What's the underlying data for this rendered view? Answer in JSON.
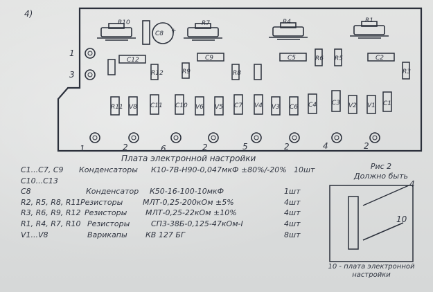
{
  "figure_number": "4)",
  "board_title": "Плата электронной настройки",
  "side_terminals": [
    "1",
    "3"
  ],
  "bottom_terminals": [
    "1",
    "2",
    "6",
    "2",
    "5",
    "2",
    "4",
    "2"
  ],
  "top_resistors": [
    "R10",
    "R7",
    "R4",
    "R1"
  ],
  "capacitor_c8": "C8",
  "top_row_parts": [
    "C12",
    "R12",
    "C9",
    "R9",
    "R8",
    "C5",
    "R6",
    "R5",
    "C2",
    "R3"
  ],
  "lower_row_parts": [
    "R11",
    "V8",
    "C11",
    "C10",
    "V6",
    "V5",
    "C7",
    "V4",
    "V3",
    "C6",
    "C4",
    "C3",
    "V2",
    "V1",
    "C1"
  ],
  "parts_list": [
    {
      "refs": "C1...C7, C9",
      "type": "Конденсаторы",
      "spec": "К10-7В-Н90-0,047мкФ ±80%/-20%",
      "qty": "10шт"
    },
    {
      "refs": "C10...C13",
      "type": "",
      "spec": "",
      "qty": ""
    },
    {
      "refs": "C8",
      "type": "Конденсатор",
      "spec": "К50-16-100-10мкФ",
      "qty": "1шт"
    },
    {
      "refs": "R2, R5, R8, R11",
      "type": "Резисторы",
      "spec": "МЛТ-0,25-200кОм ±5%",
      "qty": "4шт"
    },
    {
      "refs": "R3, R6, R9, R12",
      "type": "Резисторы",
      "spec": "МЛТ-0,25-22кОм ±10%",
      "qty": "4шт"
    },
    {
      "refs": "R1, R4, R7, R10",
      "type": "Резисторы",
      "spec": "СП3-38Б-0,125-47кОм-I",
      "qty": "4шт"
    },
    {
      "refs": "V1...V8",
      "type": "Варикапы",
      "spec": "КВ 127 БГ",
      "qty": "8шт"
    }
  ],
  "fig2": {
    "title": "Рис 2",
    "subtitle": "Должно быть",
    "label_4": "4",
    "label_10": "10",
    "caption": "10 - плата электронной настройки"
  }
}
